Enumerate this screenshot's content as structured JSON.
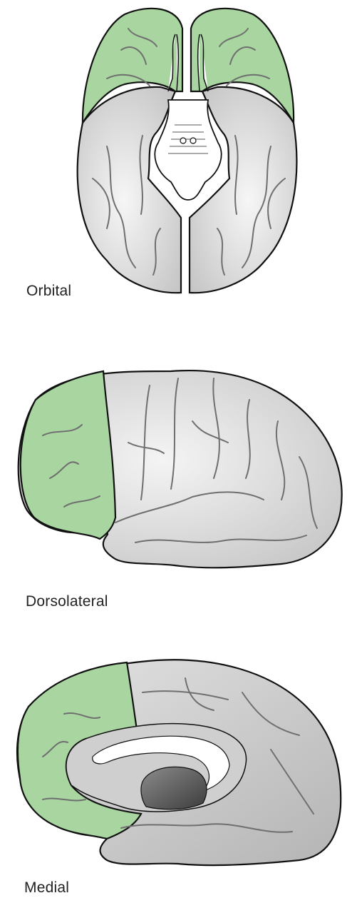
{
  "labels": {
    "orbital": "Orbital",
    "dorsolateral": "Dorsolateral",
    "medial": "Medial"
  },
  "colors": {
    "highlight": "#a8d5a0",
    "brain": "#dcdcdc",
    "outline": "#111111",
    "sulcus": "#6f6f6f",
    "ventricle": "#505050"
  }
}
